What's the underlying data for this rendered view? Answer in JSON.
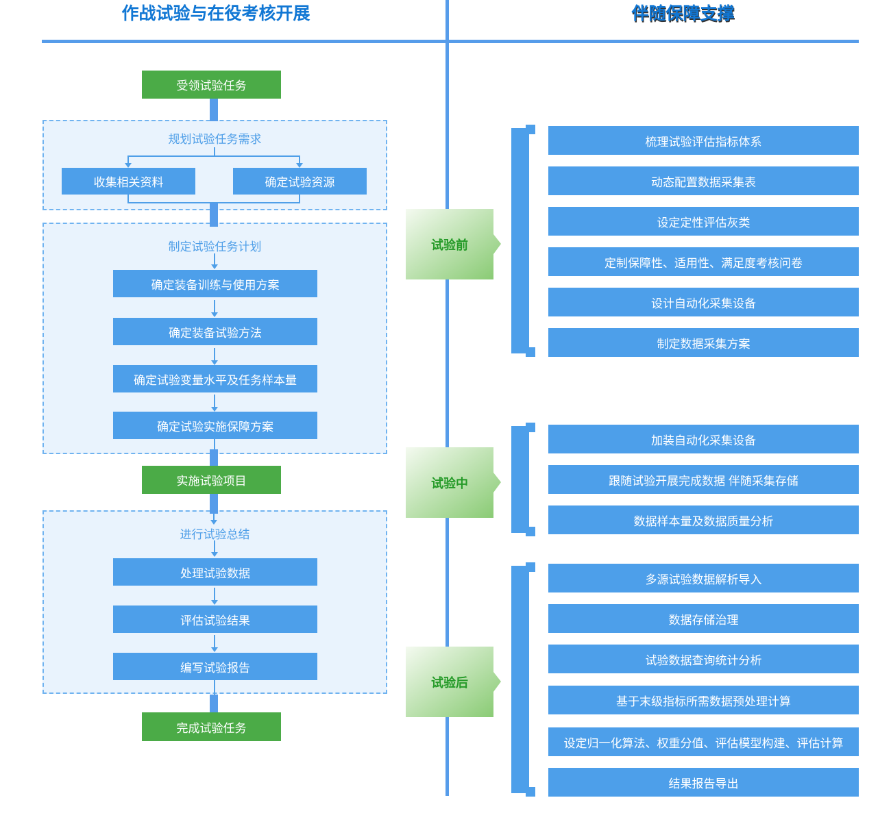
{
  "headers": {
    "left": "作战试验与在役考核开展",
    "right": "伴随保障支撑"
  },
  "left_flow": {
    "start_label": "受领试验任务",
    "plan": {
      "title": "规划试验任务需求",
      "items": [
        "收集相关资料",
        "确定试验资源"
      ]
    },
    "scheme": {
      "title": "制定试验任务计划",
      "items": [
        "确定装备训练与使用方案",
        "确定装备试验方法",
        "确定试验变量水平及任务样本量",
        "确定试验实施保障方案"
      ]
    },
    "implement_label": "实施试验项目",
    "summary": {
      "title": "进行试验总结",
      "items": [
        "处理试验数据",
        "评估试验结果",
        "编写试验报告"
      ]
    },
    "finish_label": "完成试验任务"
  },
  "phases": [
    {
      "label": "试验前",
      "tasks": [
        "梳理试验评估指标体系",
        "动态配置数据采集表",
        "设定定性评估灰类",
        "定制保障性、适用性、满足度考核问卷",
        "设计自动化采集设备",
        "制定数据采集方案"
      ]
    },
    {
      "label": "试验中",
      "tasks": [
        "加装自动化采集设备",
        "跟随试验开展完成数据 伴随采集存储",
        "数据样本量及数据质量分析"
      ]
    },
    {
      "label": "试验后",
      "tasks": [
        "多源试验数据解析导入",
        "数据存储治理",
        "试验数据查询统计分析",
        "基于末级指标所需数据预处理计算",
        "设定归一化算法、权重分值、评估模型构建、评估计算",
        "结果报告导出"
      ]
    }
  ],
  "colors": {
    "box_blue": "#4D9FEA",
    "line_blue": "#569CEA",
    "green": "#4BAB47",
    "header_blue": "#1177D4",
    "dash_fill": "#E9F3FD",
    "dash_border": "#70B3F0",
    "phase_text_green": "#259A28",
    "gradient_start": "#F4FAF0",
    "gradient_end": "#85C96F"
  }
}
